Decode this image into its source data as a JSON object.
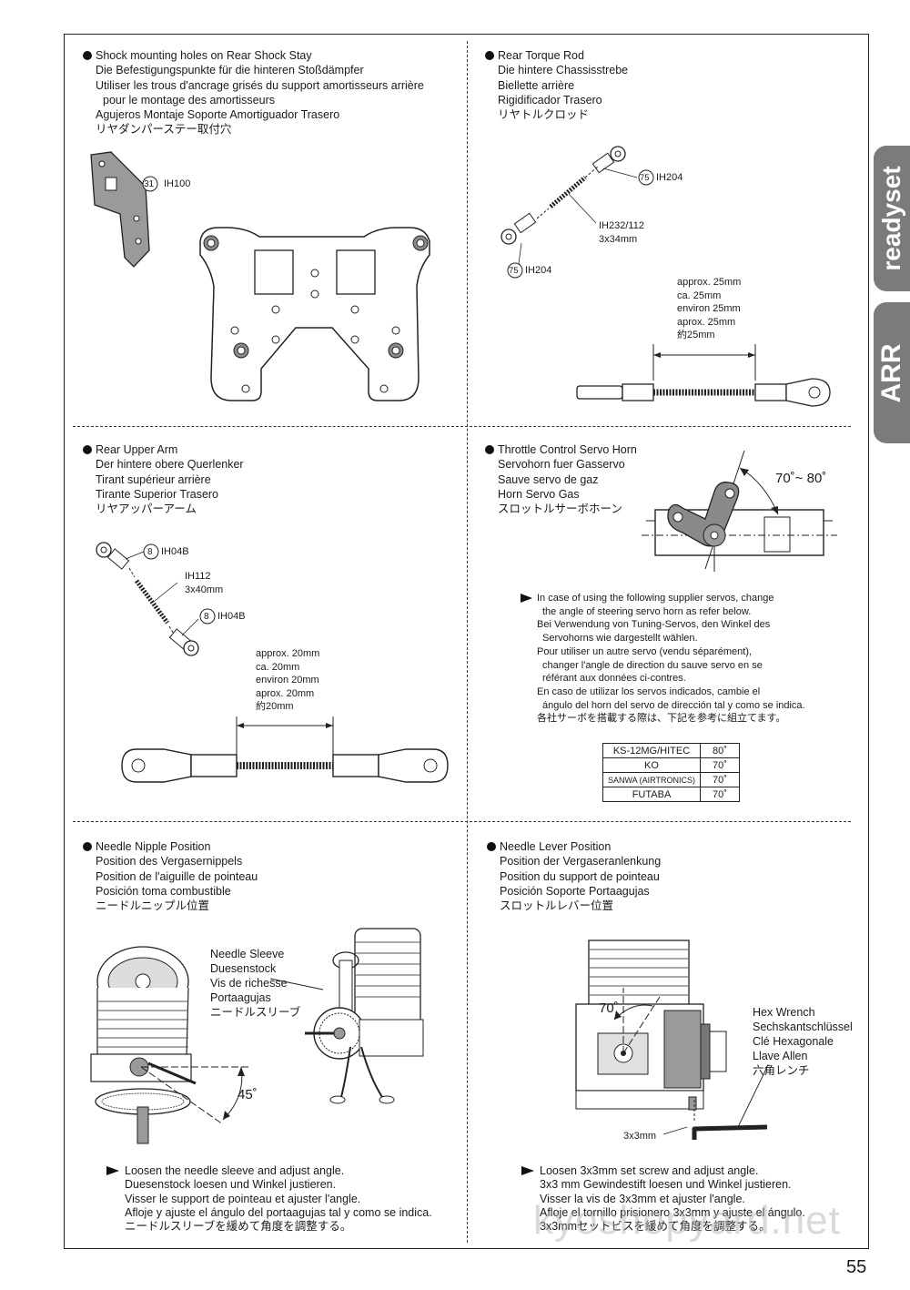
{
  "side_tabs": {
    "top": "readyset",
    "bottom": "ARR"
  },
  "page_number": "55",
  "watermark": "kyoshopyard.net",
  "sections": {
    "shock_stay": {
      "lines": [
        "Shock mounting holes on Rear Shock Stay",
        "Die Befestigungspunkte für die hinteren Stoßdämpfer",
        "Utiliser les trous d'ancrage grisés du support amortisseurs arrière",
        "pour le montage des amortisseurs",
        "Agujeros Montaje Soporte Amortiguador Trasero",
        "リヤダンパーステー取付穴"
      ],
      "part_num": "31",
      "part_code": "IH100"
    },
    "torque_rod": {
      "lines": [
        "Rear Torque Rod",
        "Die hintere Chassisstrebe",
        "Biellette arrière",
        "Rigidificador Trasero",
        "リヤトルクロッド"
      ],
      "part_a_num": "75",
      "part_a_code": "IH204",
      "part_b_code": "IH232/112",
      "part_b_size": "3x34mm",
      "part_c_num": "75",
      "part_c_code": "IH204",
      "length": [
        "approx. 25mm",
        "ca. 25mm",
        "environ 25mm",
        "aprox. 25mm",
        "約25mm"
      ]
    },
    "upper_arm": {
      "lines": [
        "Rear Upper Arm",
        "Der hintere obere Querlenker",
        "Tirant supérieur arrière",
        "Tirante Superior Trasero",
        "リヤアッパーアーム"
      ],
      "part_a_num": "8",
      "part_a_code": "IH04B",
      "part_b_code": "IH112",
      "part_b_size": "3x40mm",
      "part_c_num": "8",
      "part_c_code": "IH04B",
      "length": [
        "approx. 20mm",
        "ca. 20mm",
        "environ 20mm",
        "aprox. 20mm",
        "約20mm"
      ]
    },
    "servo_horn": {
      "lines": [
        "Throttle Control Servo Horn",
        "Servohorn fuer Gasservo",
        "Sauve servo de gaz",
        "Horn Servo Gas",
        "スロットルサーボホーン"
      ],
      "angle": "70˚~ 80˚",
      "note": [
        "In case of using the following supplier servos, change",
        "the angle of steering servo horn as refer below.",
        "Bei Verwendung von Tuning-Servos, den Winkel des",
        "Servohorns wie dargestellt wählen.",
        "Pour utiliser un autre servo (vendu séparément),",
        "changer l'angle de direction du sauve servo en se",
        "référant aux données ci-contres.",
        "En caso de utilizar los servos indicados, cambie el",
        "ángulo del horn del servo de dirección tal y como se indica.",
        "各社サーボを搭載する際は、下記を参考に組立てます。"
      ],
      "table": [
        {
          "name": "KS-12MG/HITEC",
          "angle": "80˚"
        },
        {
          "name": "KO",
          "angle": "70˚"
        },
        {
          "name": "SANWA (AIRTRONICS)",
          "angle": "70˚"
        },
        {
          "name": "FUTABA",
          "angle": "70˚"
        }
      ]
    },
    "needle_nipple": {
      "lines": [
        "Needle Nipple Position",
        "Position des Vergasernippels",
        "Position de l'aiguille de pointeau",
        "Posición toma combustible",
        "ニードルニップル位置"
      ],
      "sleeve": [
        "Needle Sleeve",
        "Duesenstock",
        "Vis de richesse",
        "Portaagujas",
        "ニードルスリーブ"
      ],
      "angle": "45˚",
      "instructions": [
        "Loosen the needle sleeve and adjust angle.",
        "Duesenstock loesen und Winkel justieren.",
        "Visser le support de pointeau et ajuster l'angle.",
        "Afloje y ajuste el ángulo del portaagujas tal y como se indica.",
        "ニードルスリーブを緩めて角度を調整する。"
      ]
    },
    "needle_lever": {
      "lines": [
        "Needle Lever Position",
        "Position der Vergaseranlenkung",
        "Position du support de pointeau",
        "Posición Soporte Portaagujas",
        "スロットルレバー位置"
      ],
      "angle": "70˚",
      "wrench": [
        "Hex Wrench",
        "Sechskantschlüssel",
        "Clé Hexagonale",
        "Llave Allen",
        "六角レンチ"
      ],
      "screw": "3x3mm",
      "instructions": [
        "Loosen 3x3mm set screw and adjust angle.",
        "3x3 mm Gewindestift loesen und Winkel justieren.",
        "Visser la vis de 3x3mm et ajuster l'angle.",
        "Afloje el tornillo prisionero 3x3mm y ajuste el ángulo.",
        "3x3mmセットビスを緩めて角度を調整する。"
      ]
    }
  }
}
